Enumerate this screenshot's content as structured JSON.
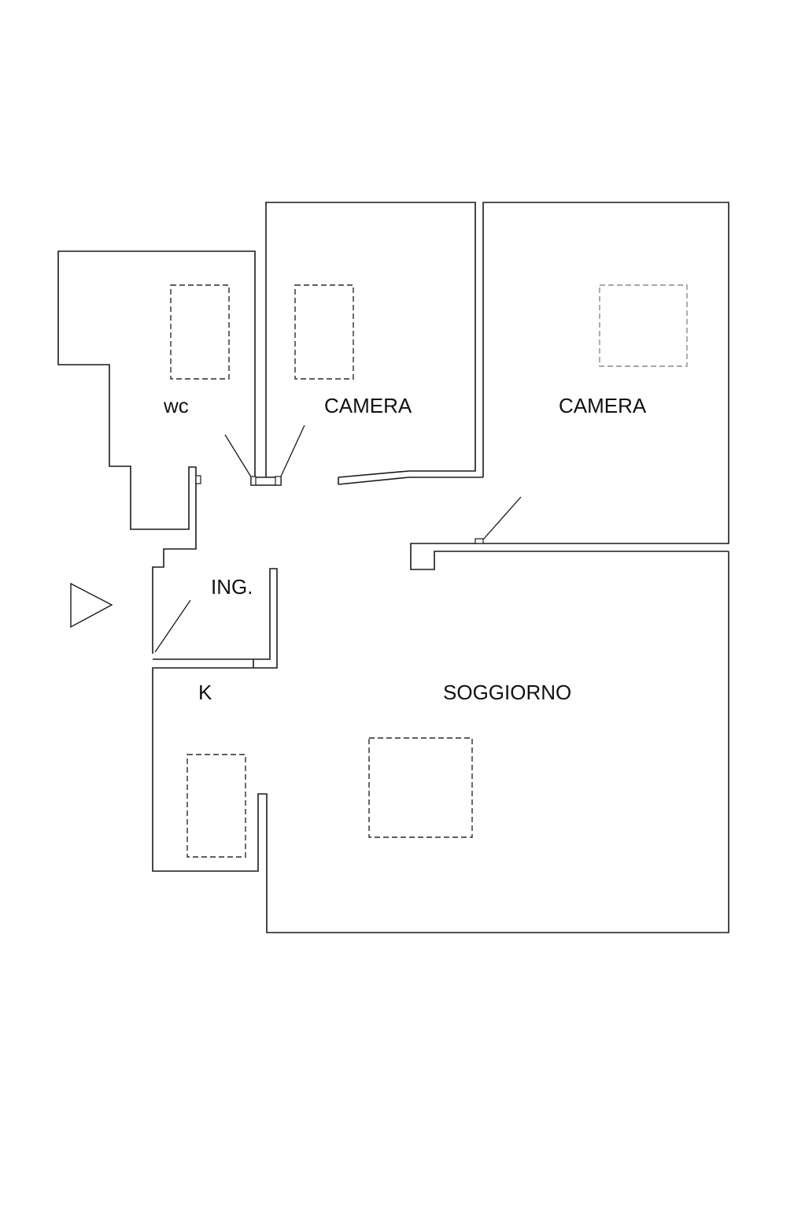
{
  "rooms": {
    "wc": "wc",
    "camera_1": "CAMERA",
    "camera_2": "CAMERA",
    "ingresso": "ING.",
    "cucina": "K",
    "soggiorno": "SOGGIORNO"
  },
  "icons": {
    "entrance": "entrance-arrow-icon"
  },
  "colors": {
    "line": "#1a1a1a",
    "background": "#ffffff",
    "furniture_dashed": "#2a2a2a",
    "furniture_dashed_light": "#8a8a8a"
  }
}
